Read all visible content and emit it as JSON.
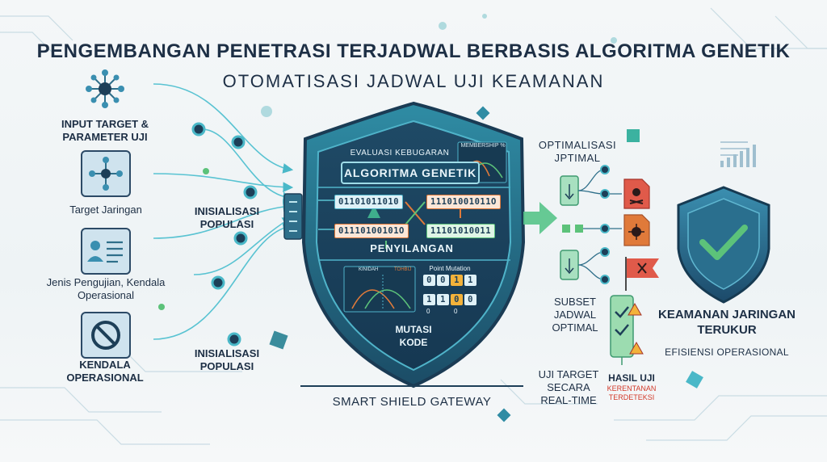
{
  "title": "PENGEMBANGAN PENETRASI TERJADWAL BERBASIS ALGORITMA GENETIK",
  "subtitle": "OTOMATISASI JADWAL UJI KEAMANAN",
  "left": {
    "input_target": "INPUT TARGET & PARAMETER UJI",
    "target_jaringan": "Target Jaringan",
    "jenis_pengujian": "Jenis Pengujian, Kendala Operasional",
    "kendala": "KENDALA OPERASIONAL",
    "inisialisasi_1": "INISIALISASI POPULASI",
    "inisialisasi_2": "INISIALISASI POPULASI"
  },
  "shield": {
    "evaluasi": "EVALUASI KEBUGARAN",
    "membership": "MEMBERSHIP %",
    "algoritma": "ALGORITMA GENETIK",
    "bits_1": "01101011010",
    "bits_2": "11101001011O",
    "bits_3": "01110100101O",
    "bits_4": "11101010011",
    "penyilangan": "PENYILANGAN",
    "chart_left": "KINIDAH",
    "chart_right": "TOHBIJ",
    "point_mutation": "Point Mutation",
    "mut_row_1": [
      "0",
      "0",
      "1",
      "1"
    ],
    "mut_row_2": [
      "1",
      "1",
      "0",
      "0"
    ],
    "mut_idx_1": "0",
    "mut_idx_2": "0",
    "mutasi": "MUTASI KODE",
    "gateway": "SMART SHIELD GATEWAY"
  },
  "right": {
    "optimalisasi": "OPTIMALISASI JPTIMAL",
    "subset": "SUBSET JADWAL OPTIMAL",
    "uji_target": "UJI TARGET SECARA REAL-TIME",
    "hasil_uji": "HASIL UJI",
    "kerentanan": "KERENTANAN TERDETEKSI",
    "keamanan": "KEAMANAN JARINGAN TERUKUR",
    "efisiensi": "EFISIENSI OPERASIONAL"
  },
  "colors": {
    "shield_dark": "#1d3f58",
    "shield_mid": "#2f7f96",
    "accent_teal": "#3bb2a0",
    "accent_orange": "#e07a3a",
    "flag_red": "#e05a4a",
    "check_green": "#5cc27a"
  }
}
